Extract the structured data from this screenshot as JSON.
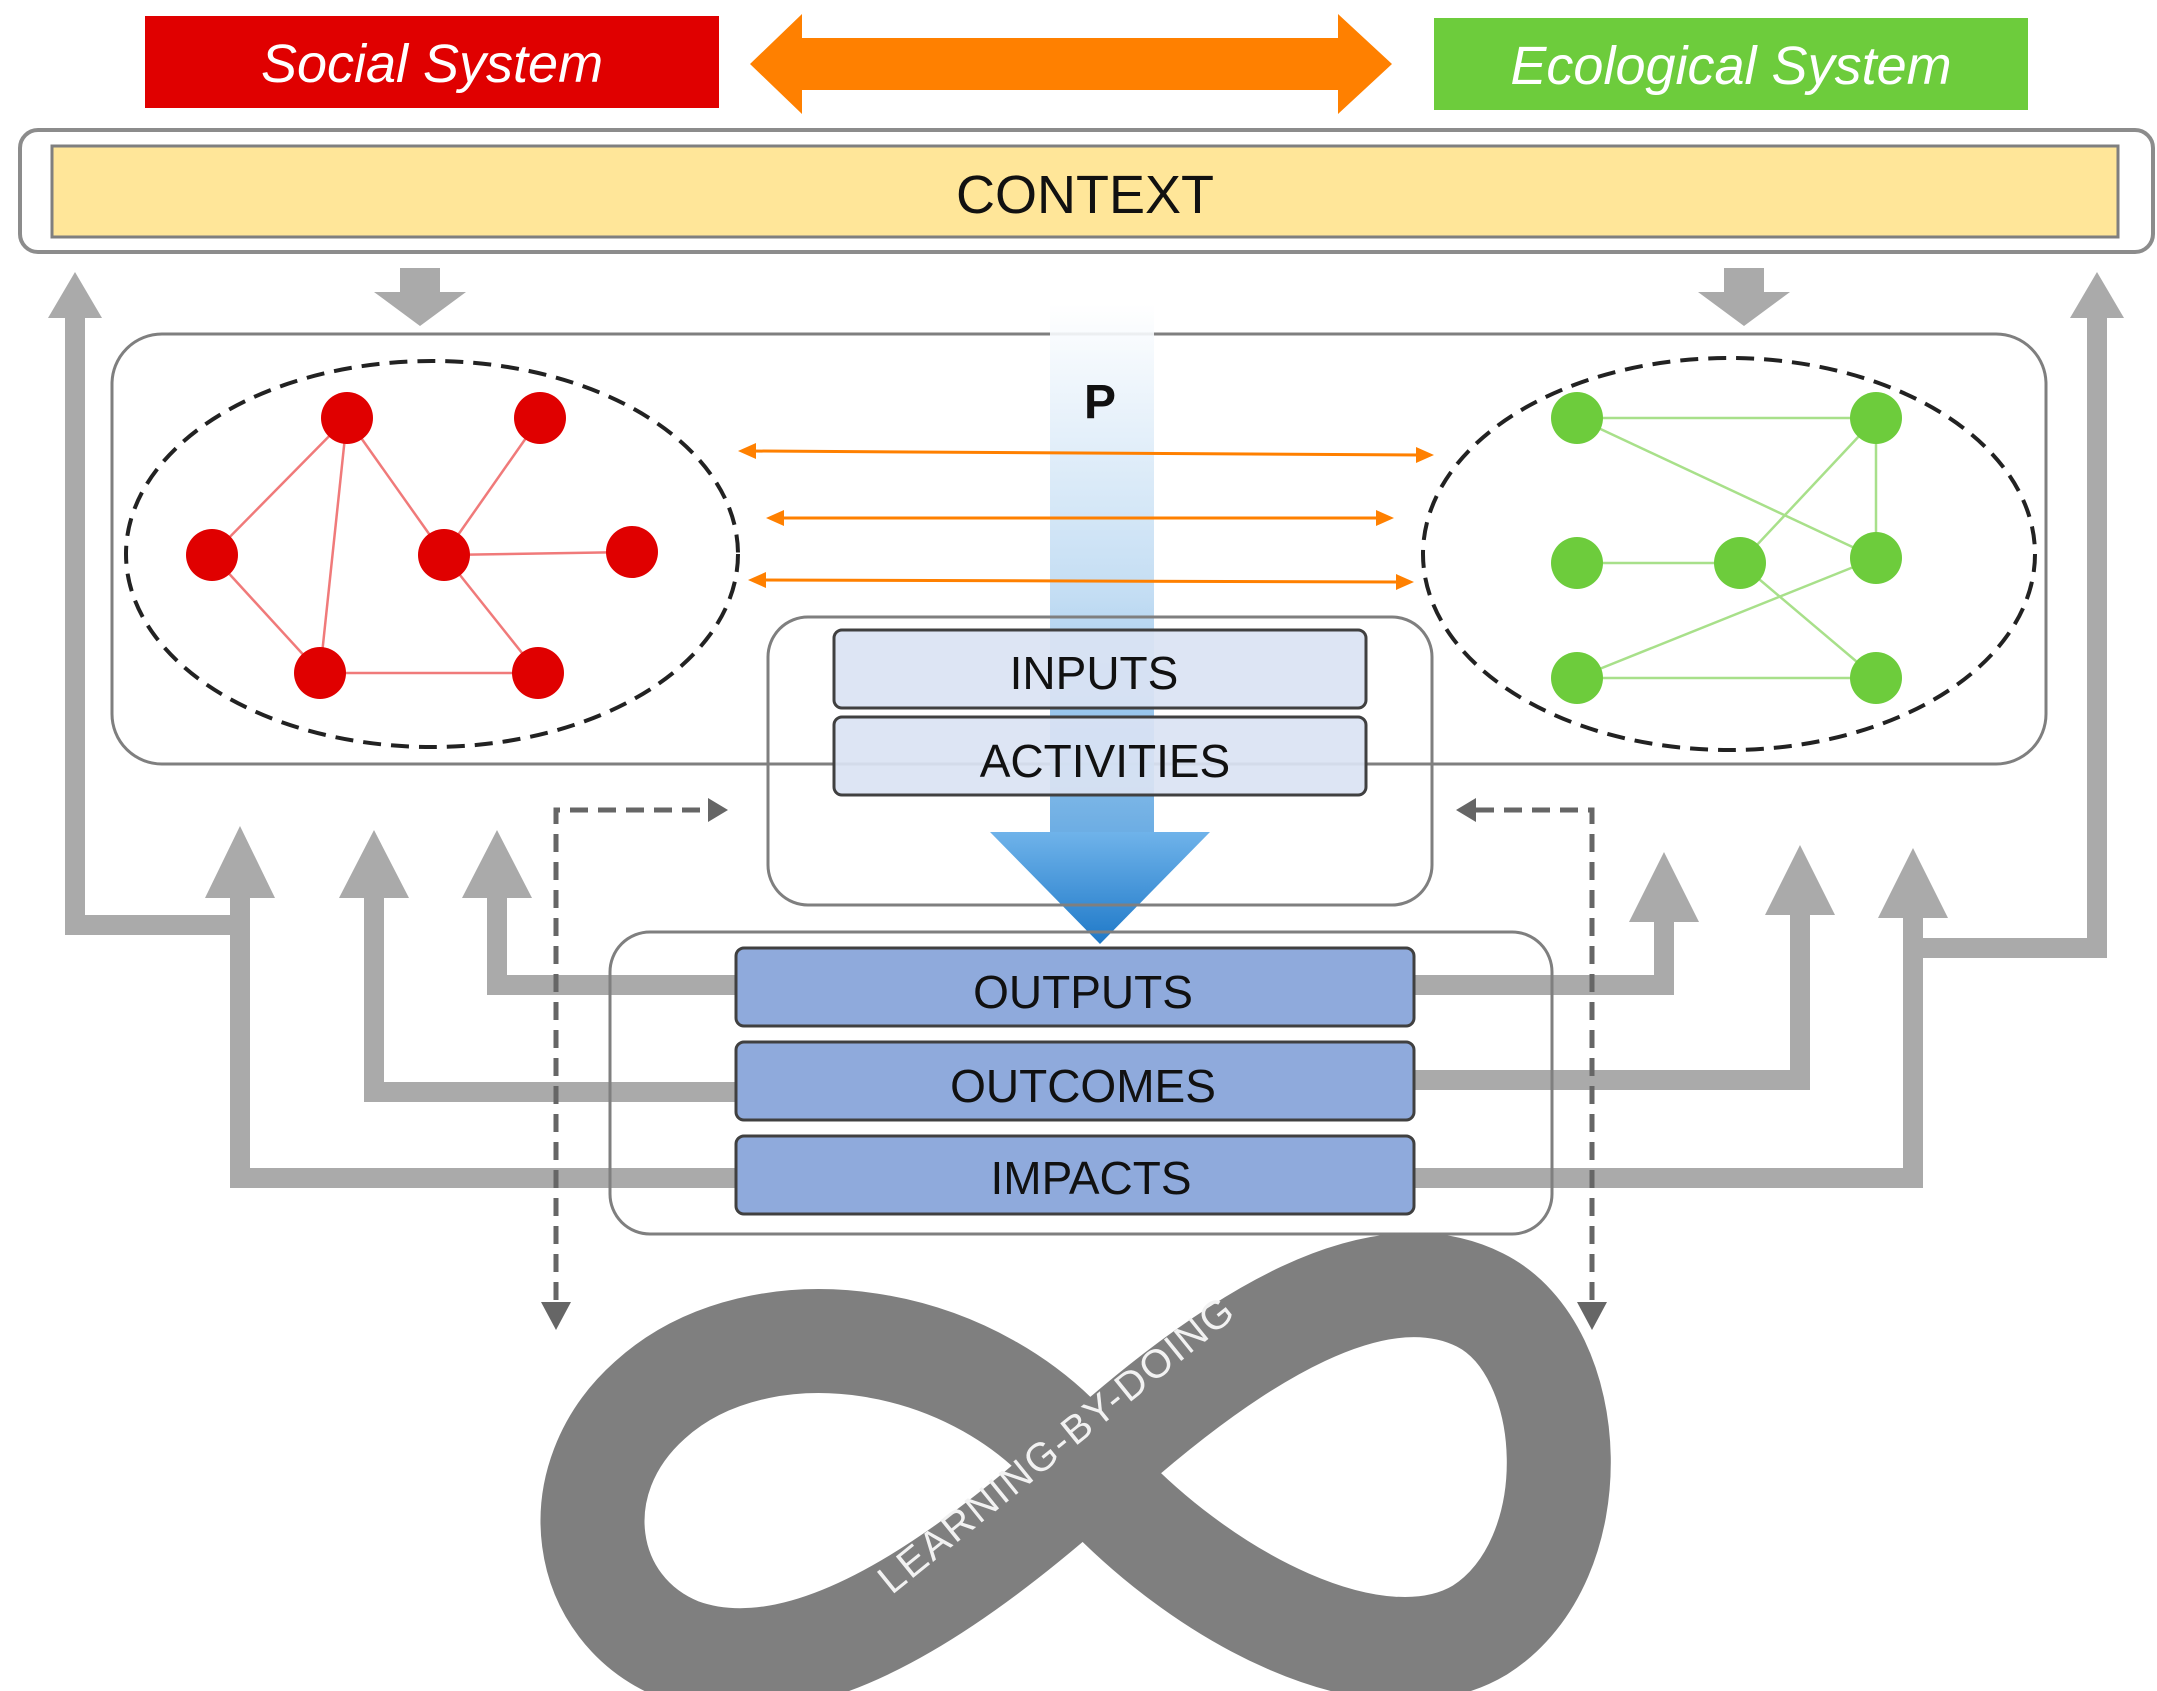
{
  "header": {
    "social_label": "Social System",
    "ecological_label": "Ecological System"
  },
  "context_label": "CONTEXT",
  "policy_label": "P",
  "process": {
    "inputs_label": "INPUTS",
    "activities_label": "ACTIVITIES"
  },
  "results": {
    "outputs_label": "OUTPUTS",
    "outcomes_label": "OUTCOMES",
    "impacts_label": "IMPACTS"
  },
  "loop_label": "LEARNING-BY-DOING",
  "colors": {
    "social": "#e00000",
    "ecological": "#6dcc3c",
    "interaction_arrow": "#ff8000",
    "context_fill": "#ffe699",
    "process_box": "#dae3f3",
    "result_box": "#8faadc",
    "feedback_arrow": "#aaaaaa",
    "loop": "#7f7f7f"
  }
}
